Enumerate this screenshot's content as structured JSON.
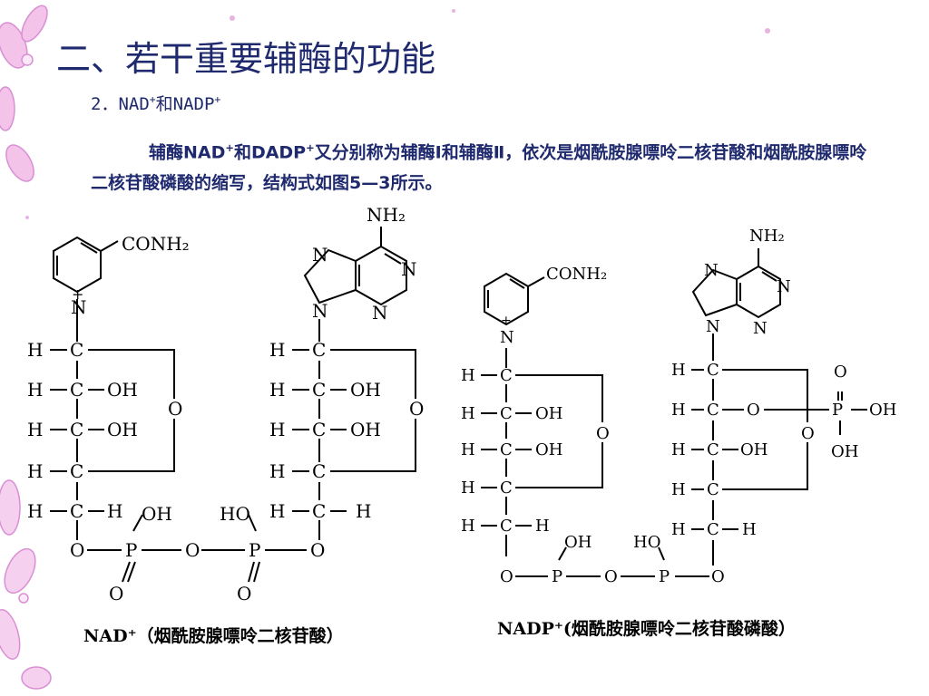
{
  "slide": {
    "title": "二、若干重要辅酶的功能",
    "subtitle_main": "2．NAD",
    "subtitle_sup1": "+",
    "subtitle_mid": "和NADP",
    "subtitle_sup2": "+",
    "body_p1": "辅酶NAD",
    "body_sup1": "+",
    "body_p2": "和DADP",
    "body_sup2": "+",
    "body_p3": "又分别称为辅酶Ⅰ和辅酶Ⅱ，依次是烟酰胺腺嘌呤二核苷酸和烟酰胺腺嘌呤二核苷酸磷酸的缩写，结构式如图5—3所示。"
  },
  "figure": {
    "conh2": "CONH₂",
    "nh2": "NH₂",
    "n": "N",
    "plus": "+",
    "h": "H",
    "c": "C",
    "o": "O",
    "oh": "OH",
    "ho": "HO",
    "p": "P",
    "nad_caption": "NAD⁺（烟酰胺腺嘌呤二核苷酸）",
    "nadp_caption": "NADP⁺(烟酰胺腺嘌呤二核苷酸磷酸）"
  },
  "colors": {
    "title": "#1f2a6e",
    "decoration": "#d98fd4",
    "decoration_light": "#f6c8ef"
  }
}
